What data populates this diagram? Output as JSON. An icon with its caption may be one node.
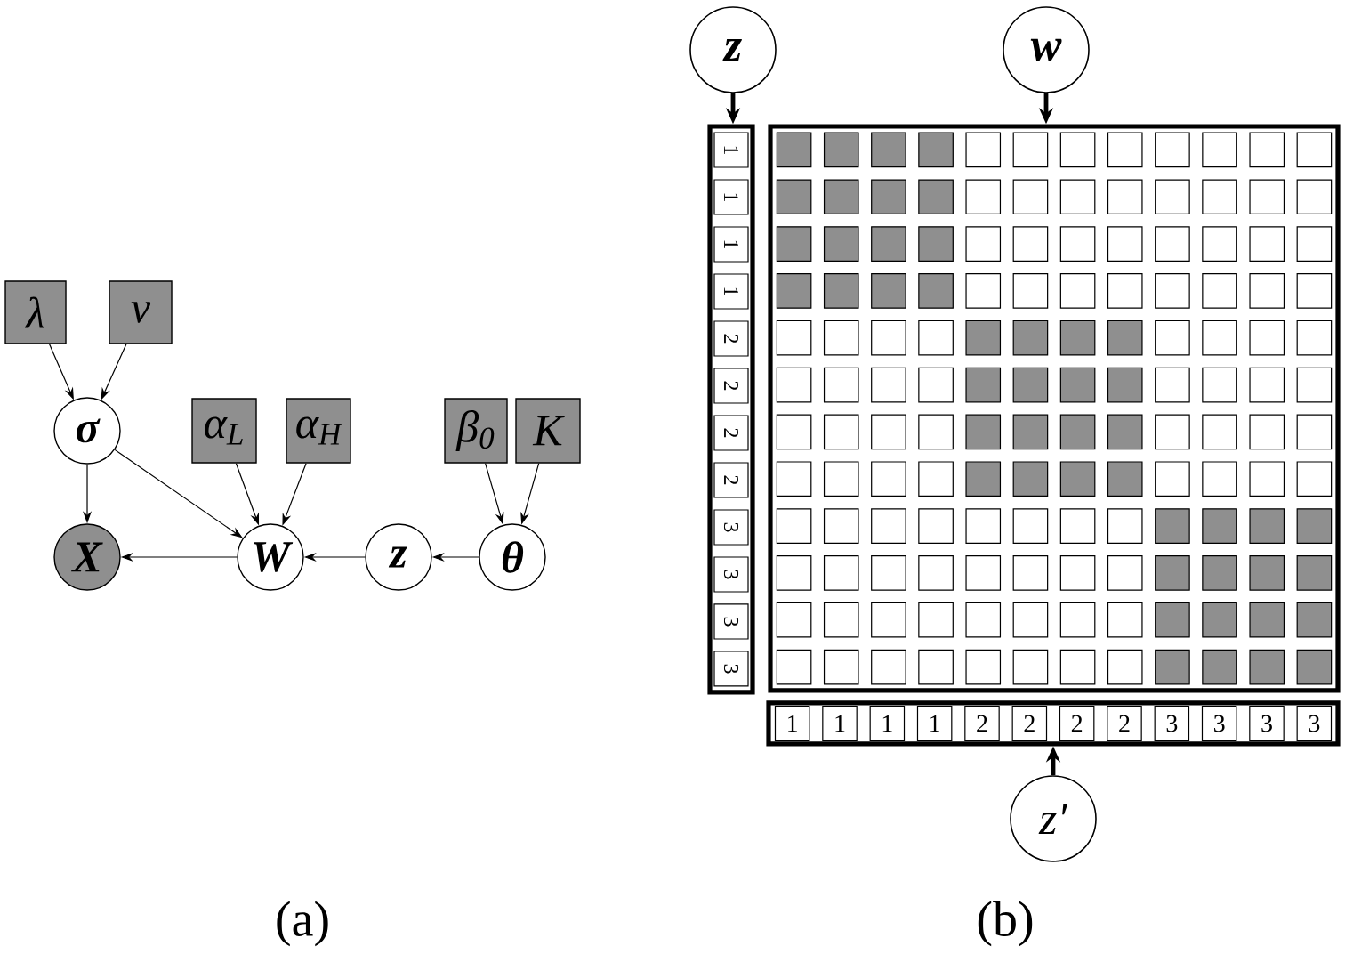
{
  "diagram": {
    "nodes": [
      {
        "text": [
          "λ"
        ]
      },
      {
        "text": [
          "ν"
        ]
      },
      {
        "text": [
          "σ"
        ]
      },
      {
        "text": [
          "α$_{L}$"
        ]
      },
      {
        "text": [
          "α$_{H}$"
        ]
      },
      {
        "text": [
          "β$_{0}$"
        ]
      },
      {
        "text": [
          "K"
        ]
      },
      {
        "text": [
          "X"
        ]
      },
      {
        "text": [
          "W"
        ]
      },
      {
        "text": [
          "z"
        ]
      },
      {
        "text": [
          "θ"
        ]
      },
      {
        "text": [
          "z"
        ]
      },
      {
        "text": [
          "w"
        ]
      },
      {
        "text": [],
        "shape": "box"
      },
      {
        "text": [
          "1"
        ],
        "in": 13
      },
      {
        "text": [
          "1"
        ],
        "in": 13
      },
      {
        "text": [
          "1"
        ],
        "in": 13
      },
      {
        "text": [
          "1"
        ],
        "in": 13
      },
      {
        "text": [
          "2"
        ],
        "in": 13
      },
      {
        "text": [
          "2"
        ],
        "in": 13
      },
      {
        "text": [
          "2"
        ],
        "in": 13
      },
      {
        "text": [
          "2"
        ],
        "in": 13
      },
      {
        "text": [
          "3"
        ],
        "in": 13
      },
      {
        "text": [
          "3"
        ],
        "in": 13
      },
      {
        "text": [
          "3"
        ],
        "in": 13
      },
      {
        "text": [
          "3"
        ],
        "in": 13
      },
      {
        "text": [],
        "shape": "box"
      },
      {
        "text": [],
        "shape": "box"
      },
      {
        "text": [
          "1"
        ],
        "in": 27
      },
      {
        "text": [
          "1"
        ],
        "in": 27
      },
      {
        "text": [
          "1"
        ],
        "in": 27
      },
      {
        "text": [
          "1"
        ],
        "in": 27
      },
      {
        "text": [
          "2"
        ],
        "in": 27
      },
      {
        "text": [
          "2"
        ],
        "in": 27
      },
      {
        "text": [
          "2"
        ],
        "in": 27
      },
      {
        "text": [
          "2"
        ],
        "in": 27
      },
      {
        "text": [
          "3"
        ],
        "in": 27
      },
      {
        "text": [
          "3"
        ],
        "in": 27
      },
      {
        "text": [
          "3"
        ],
        "in": 27
      },
      {
        "text": [
          "3"
        ],
        "in": 27
      },
      {
        "text": [
          "z′"
        ]
      }
    ],
    "edges": [
      {
        "from": 0,
        "to": 2,
        "arrow": "to"
      },
      {
        "from": 1,
        "to": 2,
        "arrow": "to"
      },
      {
        "from": 2,
        "to": 7,
        "arrow": "to"
      },
      {
        "from": 2,
        "to": 8,
        "arrow": "to"
      },
      {
        "from": 3,
        "to": 8,
        "arrow": "to"
      },
      {
        "from": 4,
        "to": 8,
        "arrow": "to"
      },
      {
        "from": 5,
        "to": 10,
        "arrow": "to"
      },
      {
        "from": 6,
        "to": 10,
        "arrow": "to"
      },
      {
        "from": 8,
        "to": 7,
        "arrow": "to"
      },
      {
        "from": 9,
        "to": 8,
        "arrow": "to"
      },
      {
        "from": 10,
        "to": 9,
        "arrow": "to"
      },
      {
        "from": 11,
        "to": 13,
        "arrow": "to",
        "style": "thick"
      },
      {
        "from": 12,
        "to": 26,
        "arrow": "to",
        "style": "thick"
      },
      {
        "from": 40,
        "to": 27,
        "arrow": "to",
        "style": "thick"
      }
    ],
    "labels": [
      "(a)",
      "(b)"
    ]
  }
}
